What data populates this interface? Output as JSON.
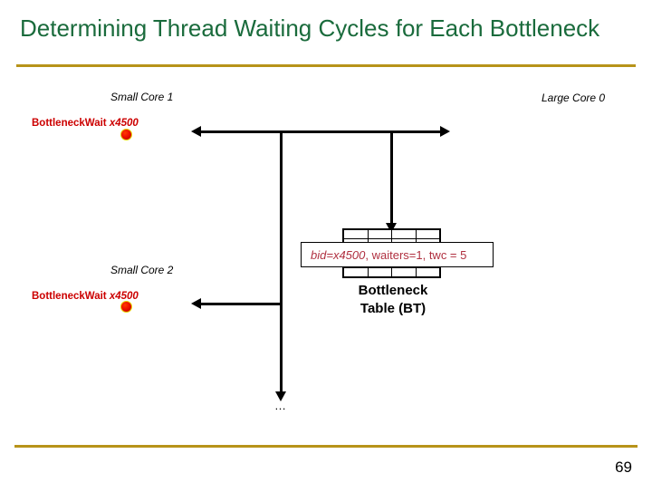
{
  "slide": {
    "title": "Determining Thread Waiting Cycles for Each Bottleneck",
    "page_number": "69",
    "title_color": "#1a6b3c",
    "rule_color": "#b79319"
  },
  "cores": [
    {
      "id": "small-core-1",
      "label": "Small Core 1",
      "event_label_prefix": "BottleneckWait ",
      "event_label_id": "x4500",
      "event_color": "#cc0000",
      "marker": "red-dot"
    },
    {
      "id": "small-core-2",
      "label": "Small Core 2",
      "event_label_prefix": "BottleneckWait ",
      "event_label_id": "x4500",
      "event_color": "#cc0000",
      "marker": "red-dot"
    },
    {
      "id": "large-core-0",
      "label": "Large Core 0",
      "event_label_prefix": "",
      "event_label_id": "",
      "event_color": "",
      "marker": ""
    }
  ],
  "bottleneck_table": {
    "caption_line1": "Bottleneck",
    "caption_line2": "Table (BT)",
    "columns": 4,
    "rows": 5,
    "callout": {
      "bid_text": "bid=x4500",
      "rest_text": ", waiters=1, twc = 5",
      "text_color": "#b03040"
    }
  },
  "connectors": {
    "ellipsis": "…"
  }
}
